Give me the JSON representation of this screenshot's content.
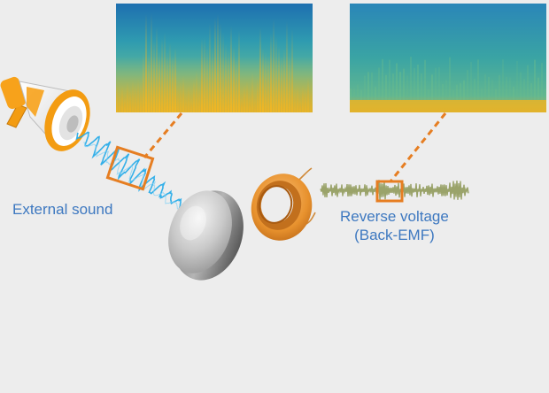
{
  "labels": {
    "external_sound": "External sound",
    "reverse_voltage_line1": "Reverse voltage",
    "reverse_voltage_line2": "(Back-EMF)"
  },
  "icons": {
    "source": "megaphone-icon",
    "magnet": "disc-magnet-icon",
    "coil": "copper-coil-icon"
  },
  "colors": {
    "background": "#ededed",
    "label_text": "#3d78c0",
    "highlight": "#e67e22",
    "sound_wave": "#1fa8e8",
    "emf_wave": "#9aa36a",
    "spectrogram_low": "#1e6fb0",
    "spectrogram_mid": "#3aa89a",
    "spectrogram_high": "#f2b020"
  }
}
